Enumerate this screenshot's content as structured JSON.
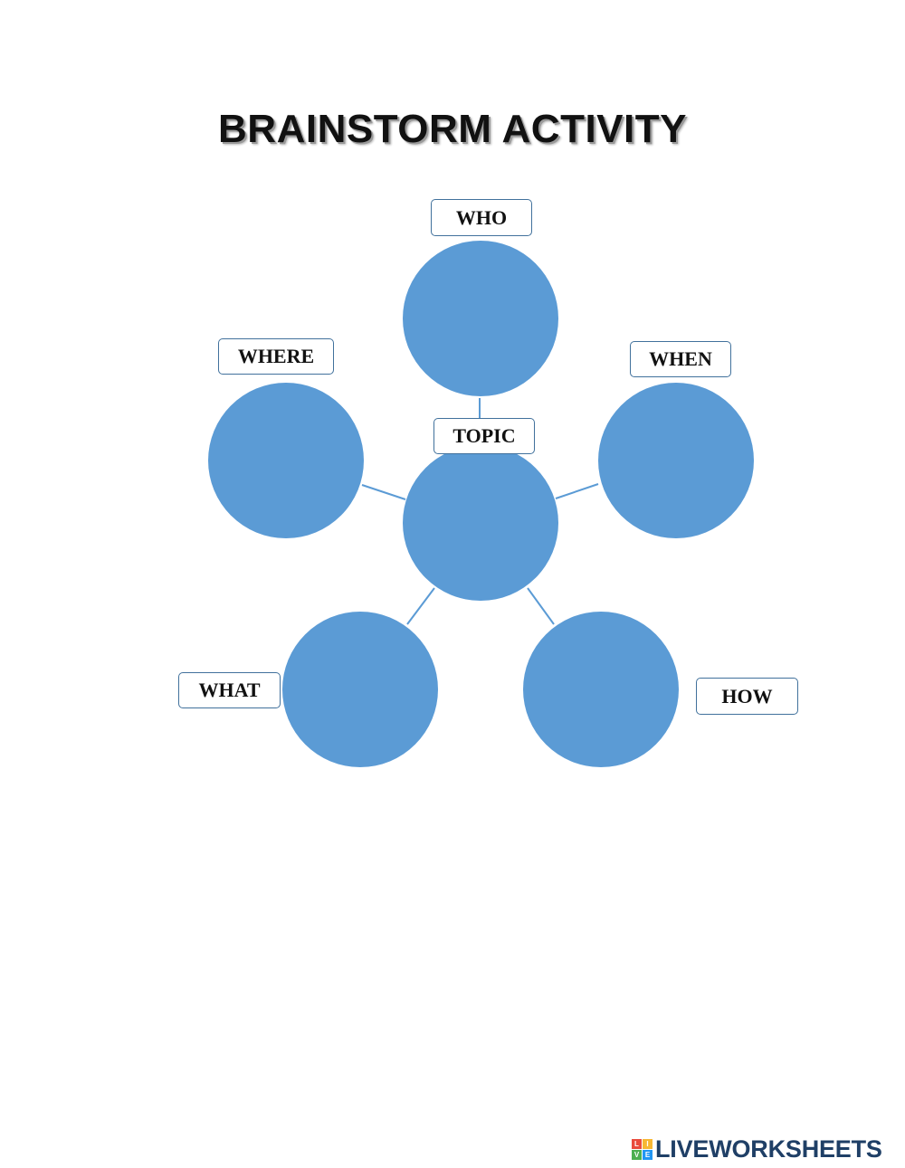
{
  "page": {
    "title": "BRAINSTORM ACTIVITY"
  },
  "diagram": {
    "center": {
      "label": "TOPIC"
    },
    "nodes": [
      {
        "id": "who",
        "label": "WHO"
      },
      {
        "id": "where",
        "label": "WHERE"
      },
      {
        "id": "when",
        "label": "WHEN"
      },
      {
        "id": "what",
        "label": "WHAT"
      },
      {
        "id": "how",
        "label": "HOW"
      }
    ],
    "edges": [
      {
        "from": "topic",
        "to": "who"
      },
      {
        "from": "topic",
        "to": "where"
      },
      {
        "from": "topic",
        "to": "when"
      },
      {
        "from": "topic",
        "to": "what"
      },
      {
        "from": "topic",
        "to": "how"
      }
    ],
    "colors": {
      "circle_fill": "#5b9bd5",
      "connector": "#5b9bd5",
      "label_border": "#41719c"
    }
  },
  "watermark": {
    "text": "LIVEWORKSHEETS",
    "logo_letters": [
      "L",
      "I",
      "V",
      "E"
    ],
    "logo_colors": [
      "#e94b3c",
      "#f7b733",
      "#4caf50",
      "#2196f3"
    ],
    "text_color": "#1f3f66"
  }
}
